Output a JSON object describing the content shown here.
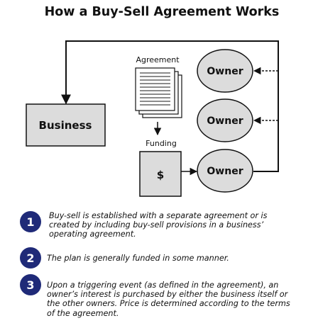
{
  "title": "How a Buy-Sell Agreement Works",
  "labels": {
    "agreement": "Agreement",
    "funding": "Funding",
    "business": "Business",
    "dollar": "$",
    "owners": [
      "Owner",
      "Owner",
      "Owner"
    ]
  },
  "steps": [
    {
      "number": "1",
      "text": "Buy-sell is established with a separate agreement or is created by including buy-sell provisions in a business’ operating agreement."
    },
    {
      "number": "2",
      "text": "The plan is generally funded in some manner."
    },
    {
      "number": "3",
      "text": "Upon a triggering event (as defined in the agreement), an owner’s interest is purchased by either the business itself or the other owners. Price is determined according to the terms of the agreement."
    }
  ],
  "colors": {
    "box_fill": "#dcdcdc",
    "badge": "#1f2a78",
    "line": "#111111"
  }
}
